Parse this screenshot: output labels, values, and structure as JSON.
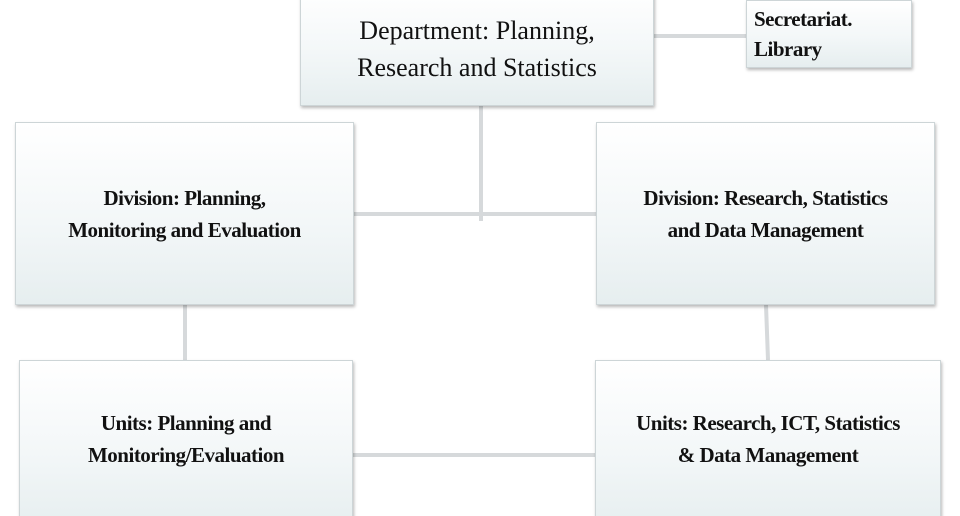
{
  "diagram": {
    "department": {
      "line1": "Department: Planning,",
      "line2": "Research and Statistics"
    },
    "secretariat": {
      "line1": "Secretariat.",
      "line2": "Library"
    },
    "division_pme": {
      "line1": "Division: Planning,",
      "line2": "Monitoring and Evaluation"
    },
    "division_rsd": {
      "line1": "Division: Research, Statistics",
      "line2": "and Data Management"
    },
    "units_pme": {
      "line1": "Units: Planning and",
      "line2": "Monitoring/Evaluation"
    },
    "units_rsd": {
      "line1": "Units: Research, ICT, Statistics",
      "line2": "& Data Management"
    }
  },
  "colors": {
    "connector": "#d6d9db",
    "node_border": "#cdd5d7",
    "node_fill_top": "#ffffff",
    "node_fill_bottom": "#e6eeef",
    "text": "#111111"
  }
}
